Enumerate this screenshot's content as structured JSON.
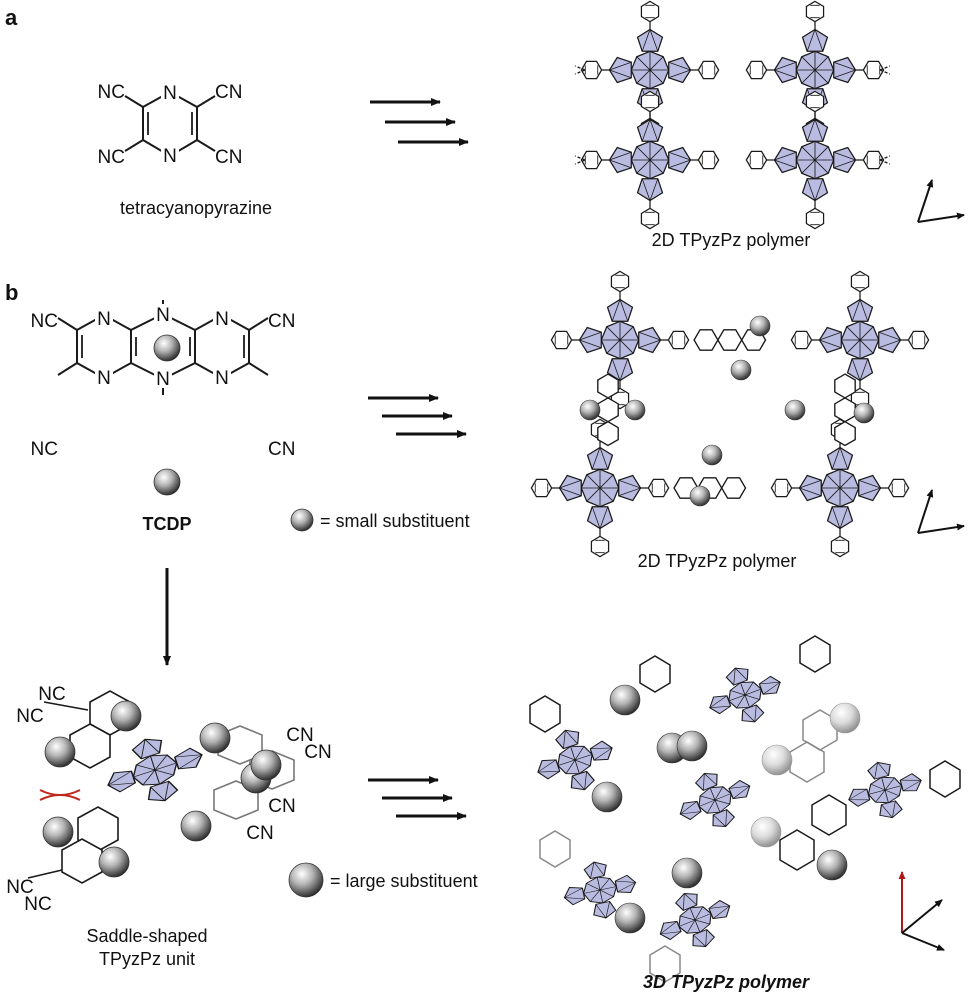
{
  "panels": {
    "a": "a",
    "b": "b"
  },
  "atoms": {
    "nc": "NC",
    "cn": "CN",
    "n": "N"
  },
  "labels": {
    "tetracyanopyrazine": "tetracyanopyrazine",
    "tcdp": "TCDP",
    "polymer_2d": "2D TPyzPz polymer",
    "small_substituent": "= small substituent",
    "large_substituent": "= large substituent",
    "saddle_line1": "Saddle-shaped",
    "saddle_line2": "TPyzPz unit",
    "polymer_3d": "3D TPyzPz polymer"
  },
  "colors": {
    "core_fill": "#b9bbe0",
    "bond": "#1a1a1a",
    "axis_up_3d": "#b01818"
  }
}
